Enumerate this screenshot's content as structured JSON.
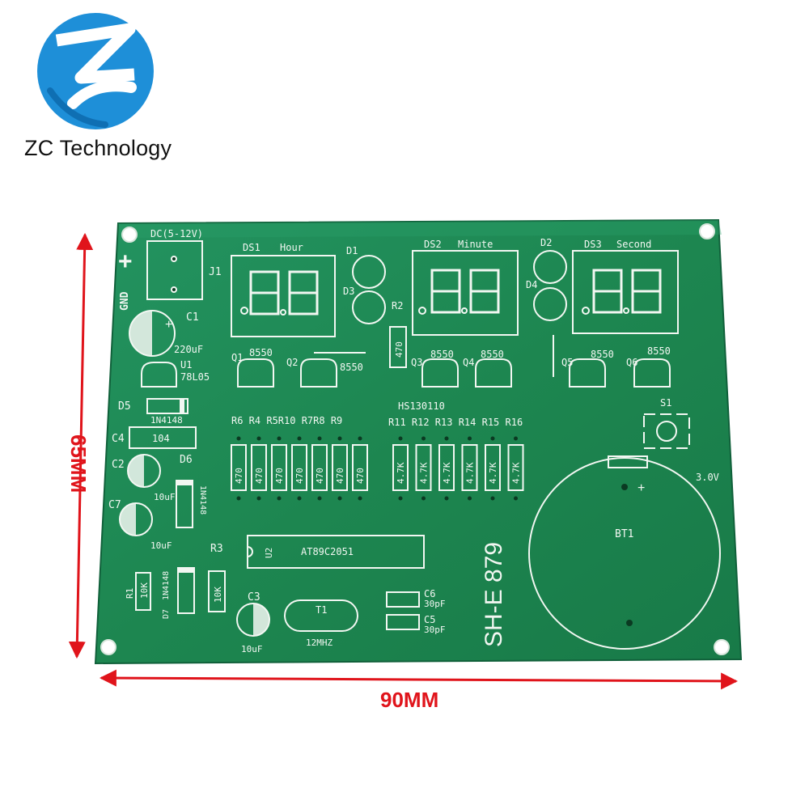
{
  "brand": {
    "name": "ZC Technology",
    "logo_icon": "zc-logo-icon",
    "logo_color": "#1e8fd8"
  },
  "dimensions": {
    "height_label": "65MM",
    "width_label": "90MM",
    "arrow_color": "#e0141b"
  },
  "board": {
    "color": "#1f8a55",
    "silkscreen_color": "#f2f7f2",
    "model": "SH-E 879",
    "revision": "HS130110",
    "power": {
      "designator": "J1",
      "label": "DC(5-12V)",
      "plus": "+",
      "gnd": "GND"
    },
    "displays": [
      {
        "designator": "DS1",
        "label": "Hour"
      },
      {
        "designator": "DS2",
        "label": "Minute"
      },
      {
        "designator": "DS3",
        "label": "Second"
      }
    ],
    "diodes_round": [
      "D1",
      "D2",
      "D3",
      "D4"
    ],
    "transistors": [
      {
        "designator": "Q1",
        "part": "8550"
      },
      {
        "designator": "Q2",
        "part": "8550"
      },
      {
        "designator": "Q3",
        "part": "8550"
      },
      {
        "designator": "Q4",
        "part": "8550"
      },
      {
        "designator": "Q5",
        "part": "8550"
      },
      {
        "designator": "Q6",
        "part": "8550"
      }
    ],
    "regulator": {
      "designator": "U1",
      "part": "78L05"
    },
    "capacitors": [
      {
        "designator": "C1",
        "value": "220uF"
      },
      {
        "designator": "C2",
        "value": "10uF"
      },
      {
        "designator": "C3",
        "value": "10uF"
      },
      {
        "designator": "C4",
        "value": "104"
      },
      {
        "designator": "C5",
        "value": "30pF"
      },
      {
        "designator": "C6",
        "value": "30pF"
      },
      {
        "designator": "C7",
        "value": "10uF"
      }
    ],
    "axial_diodes": [
      {
        "designator": "D5",
        "part": "1N4148"
      },
      {
        "designator": "D6",
        "part": "1N4148"
      },
      {
        "designator": "D7",
        "part": "1N4148"
      }
    ],
    "resistor_row_a": {
      "labels": "R6 R4 R5R10 R7R8 R9",
      "value": "470",
      "count": 7
    },
    "resistor_row_b": {
      "labels": "R11 R12 R13 R14 R15 R16",
      "value": "4.7K",
      "count": 6
    },
    "resistor_r2": {
      "designator": "R2",
      "value": "470"
    },
    "resistor_r1": {
      "designator": "R1",
      "value": "10K"
    },
    "resistor_r3": {
      "designator": "R3",
      "value": "10K"
    },
    "mcu": {
      "designator": "U2",
      "part": "AT89C2051"
    },
    "crystal": {
      "designator": "T1",
      "freq": "12MHZ"
    },
    "switch": {
      "designator": "S1"
    },
    "battery": {
      "designator": "BT1",
      "voltage": "3.0V",
      "plus": "+"
    }
  }
}
